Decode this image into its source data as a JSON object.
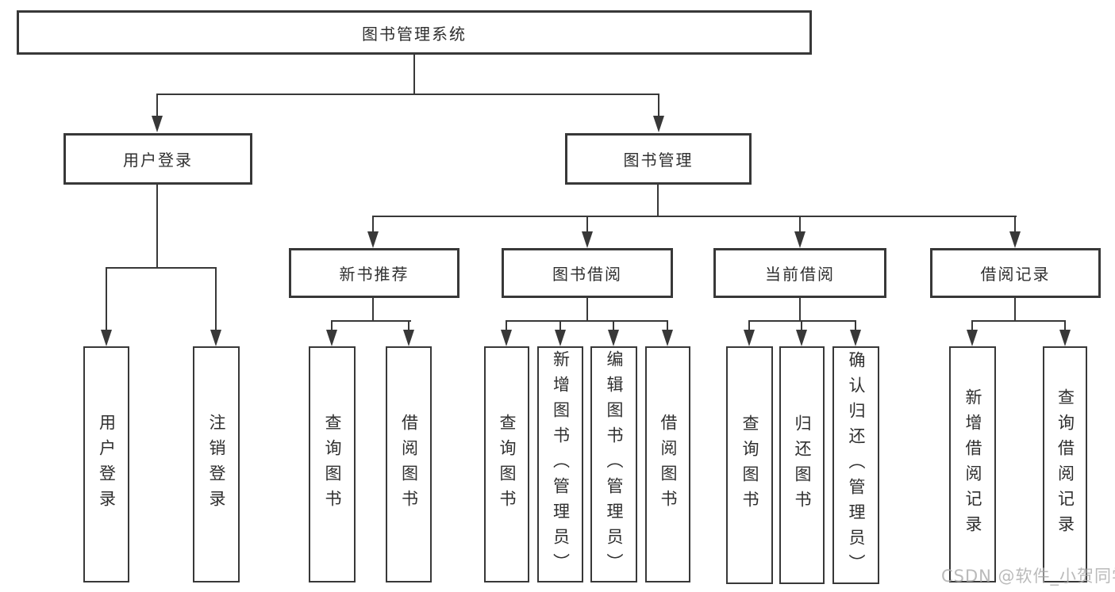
{
  "tree": {
    "root": {
      "label": "图书管理系统"
    },
    "branches": [
      {
        "label": "用户登录",
        "children": [
          {
            "label": "用户登录"
          },
          {
            "label": "注销登录"
          }
        ]
      },
      {
        "label": "图书管理",
        "children": [
          {
            "label": "新书推荐",
            "children": [
              {
                "label": "查询图书"
              },
              {
                "label": "借阅图书"
              }
            ]
          },
          {
            "label": "图书借阅",
            "children": [
              {
                "label": "查询图书"
              },
              {
                "label": "新增图书（管理员）"
              },
              {
                "label": "编辑图书（管理员）"
              },
              {
                "label": "借阅图书"
              }
            ]
          },
          {
            "label": "当前借阅",
            "children": [
              {
                "label": "查询图书"
              },
              {
                "label": "归还图书"
              },
              {
                "label": "确认归还（管理员）"
              }
            ]
          },
          {
            "label": "借阅记录",
            "children": [
              {
                "label": "新增借阅记录"
              },
              {
                "label": "查询借阅记录"
              }
            ]
          }
        ]
      }
    ]
  },
  "watermark": {
    "text": "CSDN @软件_小贺同学"
  },
  "colors": {
    "line": "#383838",
    "text": "#2f2f2f",
    "background": "#ffffff",
    "watermark": "#aeaeae"
  }
}
